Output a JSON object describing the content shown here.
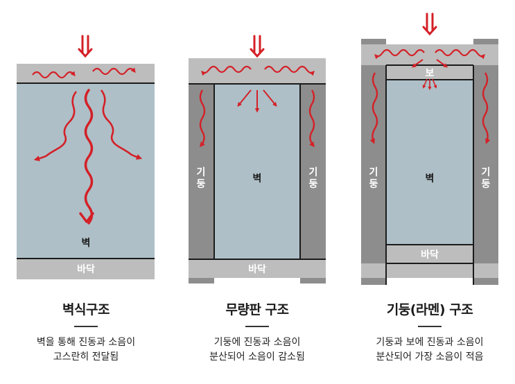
{
  "colors": {
    "arrow": "#d42027",
    "wall_fill": "#aebfc7",
    "slab_fill": "#bdbdbd",
    "column_fill": "#8d8d8d",
    "outline": "#1a1a1a",
    "label_light": "#ffffff",
    "label_dark": "#1a1a1a"
  },
  "panels": [
    {
      "title": "벽식구조",
      "desc_line1": "벽을 통해 진동과 소음이",
      "desc_line2": "고스란히 전달됨",
      "wall_label": "벽",
      "floor_label": "바닥"
    },
    {
      "title": "무량판 구조",
      "desc_line1": "기둥에 진동과 소음이",
      "desc_line2": "분산되어 소음이 감소됨",
      "wall_label": "벽",
      "floor_label": "바닥",
      "column_char1": "기",
      "column_char2": "둥"
    },
    {
      "title": "기둥(라멘) 구조",
      "desc_line1": "기둥과 보에 진동과 소음이",
      "desc_line2": "분산되어 가장 소음이 적음",
      "wall_label": "벽",
      "floor_label": "바닥",
      "beam_label": "보",
      "column_char1": "기",
      "column_char2": "둥"
    }
  ]
}
